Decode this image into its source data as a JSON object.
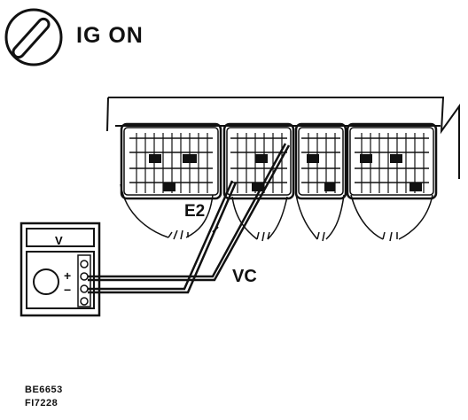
{
  "header": {
    "ignition_label": "IG ON"
  },
  "meter": {
    "mode_label": "V"
  },
  "wires": {
    "e2_label": "E2",
    "vc_label": "VC"
  },
  "footer": {
    "code_line_1": "BE6653",
    "code_line_2": "FI7228"
  }
}
